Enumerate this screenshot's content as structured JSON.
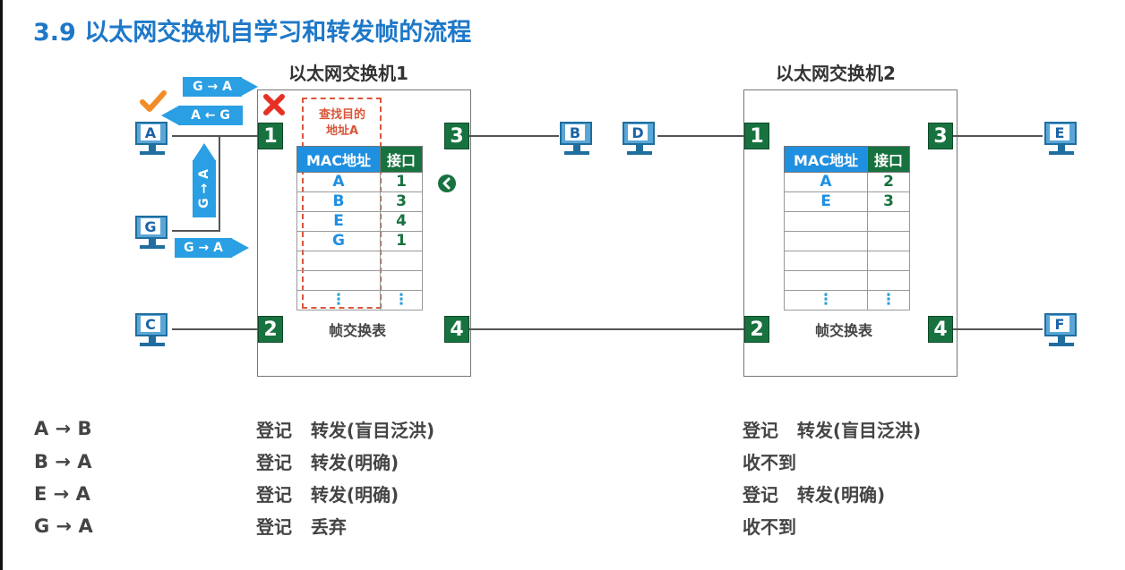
{
  "title": "3.9 以太网交换机自学习和转发帧的流程",
  "switch1": {
    "title": "以太网交换机1",
    "table_caption": "帧交换表",
    "find_label_line1": "查找目的",
    "find_label_line2": "地址A",
    "header_mac": "MAC地址",
    "header_port": "接口",
    "rows": [
      {
        "mac": "A",
        "port": "1"
      },
      {
        "mac": "B",
        "port": "3"
      },
      {
        "mac": "E",
        "port": "4"
      },
      {
        "mac": "G",
        "port": "1"
      }
    ],
    "ports": [
      "1",
      "2",
      "3",
      "4"
    ]
  },
  "switch2": {
    "title": "以太网交换机2",
    "table_caption": "帧交换表",
    "header_mac": "MAC地址",
    "header_port": "接口",
    "rows": [
      {
        "mac": "A",
        "port": "2"
      },
      {
        "mac": "E",
        "port": "3"
      }
    ],
    "ports": [
      "1",
      "2",
      "3",
      "4"
    ]
  },
  "dots": "⋮",
  "hosts": {
    "A": "A",
    "B": "B",
    "C": "C",
    "D": "D",
    "E": "E",
    "F": "F",
    "G": "G"
  },
  "frame_tags": {
    "g_to_a_top": "G → A",
    "a_from_g": "A ← G",
    "g_to_a_vertical": "G → A",
    "g_to_a_bottom": "G → A"
  },
  "icons": {
    "check": "check-icon",
    "cross": "cross-icon",
    "pointer": "left-chevron-icon"
  },
  "colors": {
    "title_blue": "#1e78c8",
    "port_green": "#18723f",
    "mac_blue": "#1f8fe0",
    "dash_red": "#d9573b",
    "check_orange": "#f28c28",
    "cross_red": "#e53023"
  },
  "rows": [
    {
      "label": "A → B",
      "sw1": "登记   转发(盲目泛洪)",
      "sw2": "登记   转发(盲目泛洪)"
    },
    {
      "label": "B → A",
      "sw1": "登记   转发(明确)",
      "sw2": "收不到"
    },
    {
      "label": "E → A",
      "sw1": "登记   转发(明确)",
      "sw2": "登记   转发(明确)"
    },
    {
      "label": "G → A",
      "sw1": "登记   丢弃",
      "sw2": "收不到"
    }
  ]
}
